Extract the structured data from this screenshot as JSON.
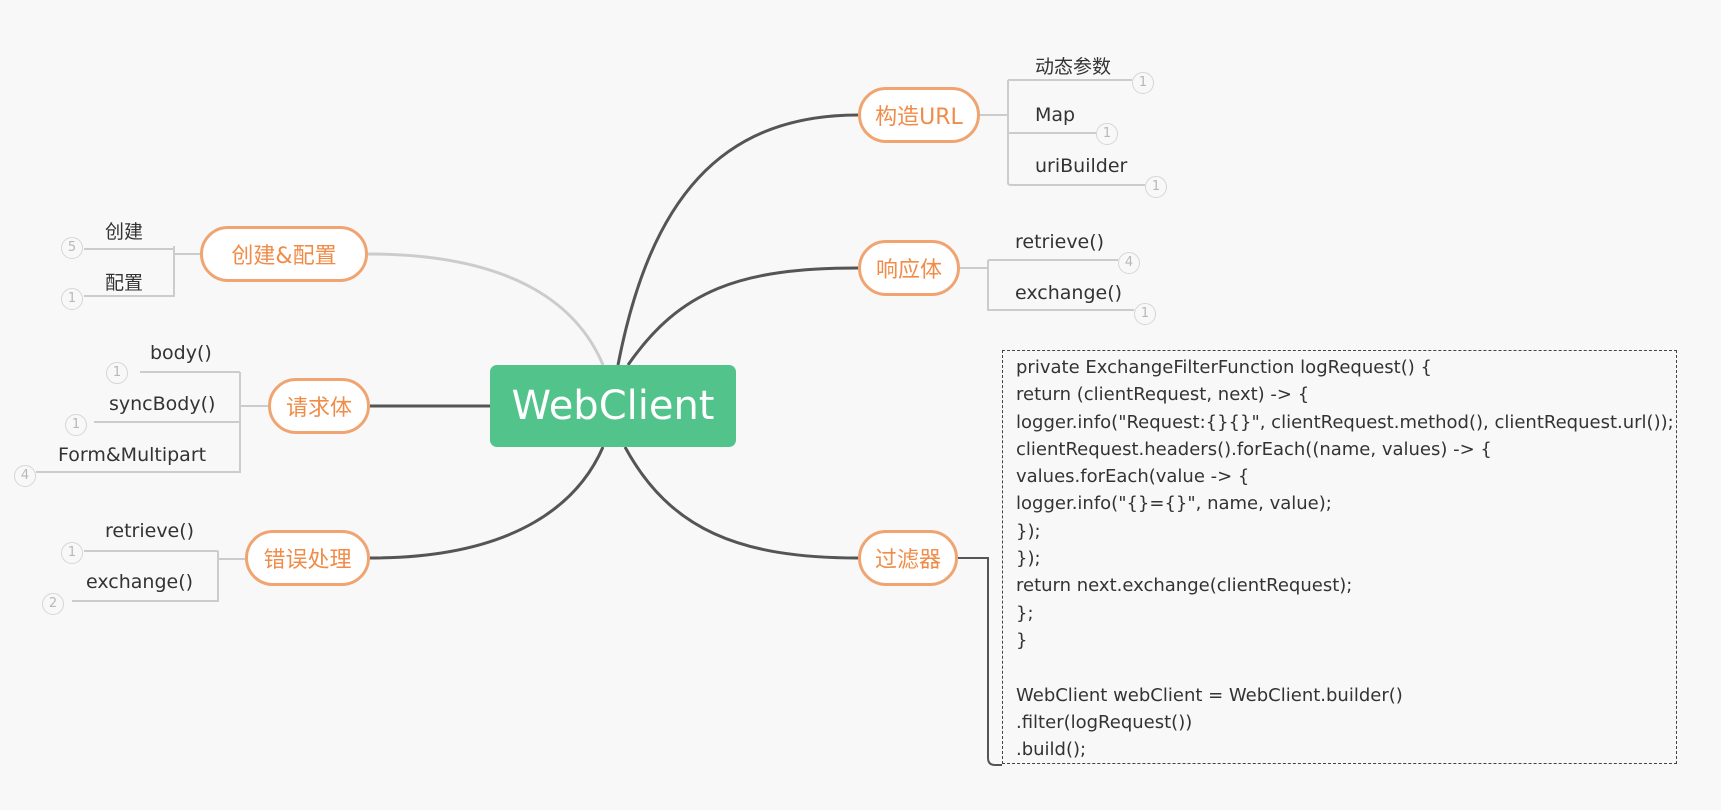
{
  "central": {
    "label": "WebClient",
    "color": "#52c38a"
  },
  "colors": {
    "topic_border": "#f0a472",
    "topic_text": "#f08c48",
    "line_dark": "#555555",
    "line_light": "#cccccc"
  },
  "topics": {
    "create_config": {
      "label": "创建&配置",
      "children": [
        {
          "label": "创建",
          "count": "5"
        },
        {
          "label": "配置",
          "count": "1"
        }
      ]
    },
    "request_body": {
      "label": "请求体",
      "children": [
        {
          "label": "body()",
          "count": "1"
        },
        {
          "label": "syncBody()",
          "count": "1"
        },
        {
          "label": "Form&Multipart",
          "count": "4"
        }
      ]
    },
    "error_handling": {
      "label": "错误处理",
      "children": [
        {
          "label": "retrieve()",
          "count": "1"
        },
        {
          "label": "exchange()",
          "count": "2"
        }
      ]
    },
    "build_url": {
      "label": "构造URL",
      "children": [
        {
          "label": "动态参数",
          "count": "1"
        },
        {
          "label": "Map",
          "count": "1"
        },
        {
          "label": "uriBuilder",
          "count": "1"
        }
      ]
    },
    "response_body": {
      "label": "响应体",
      "children": [
        {
          "label": "retrieve()",
          "count": "4"
        },
        {
          "label": "exchange()",
          "count": "1"
        }
      ]
    },
    "filter": {
      "label": "过滤器",
      "code": [
        "private ExchangeFilterFunction logRequest() {",
        "return (clientRequest, next) -> {",
        "logger.info(\"Request:{}{}\", clientRequest.method(), clientRequest.url());",
        "clientRequest.headers().forEach((name, values) -> {",
        "values.forEach(value -> {",
        "logger.info(\"{}={}\", name, value);",
        "});",
        "});",
        "return next.exchange(clientRequest);",
        "};",
        "}",
        "",
        "WebClient webClient = WebClient.builder()",
        ".filter(logRequest())",
        ".build();"
      ]
    }
  }
}
